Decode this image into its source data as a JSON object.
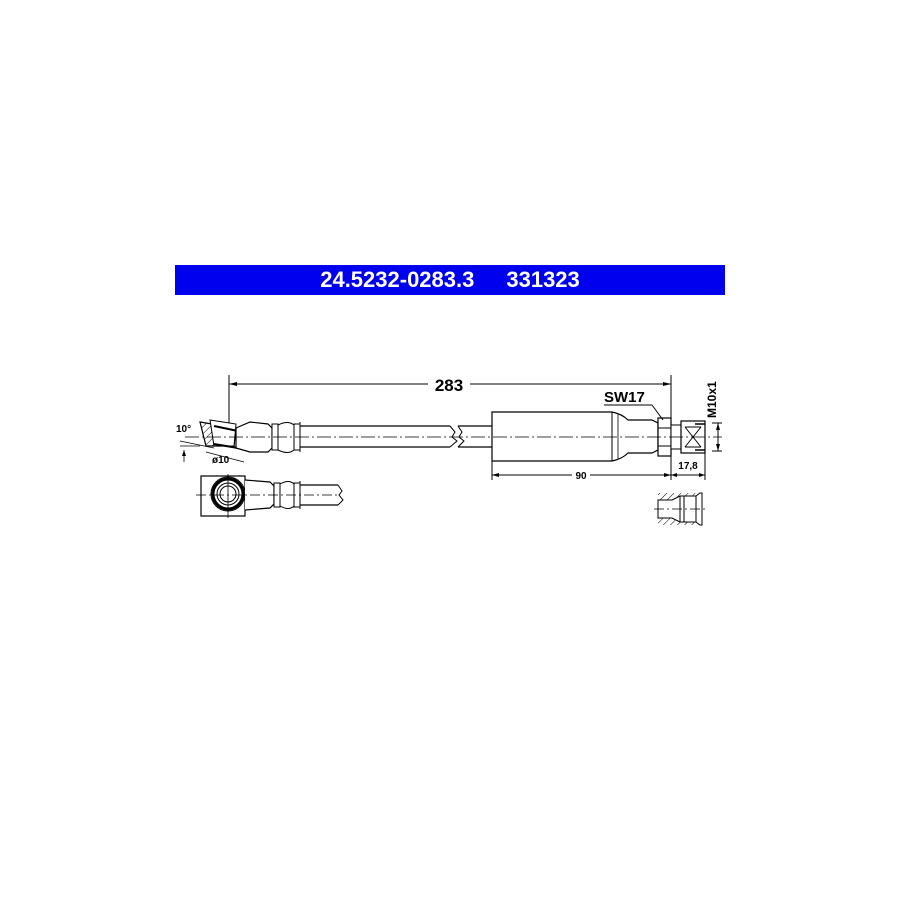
{
  "header": {
    "part_number": "24.5232-0283.3",
    "reference_number": "331323",
    "background_color": "#0000ee",
    "text_color": "#ffffff"
  },
  "drawing": {
    "type": "brake hose technical drawing",
    "dimensions": {
      "overall_length": "283",
      "wrench_size": "SW17",
      "thread": "M10x1",
      "fitting_length": "90",
      "thread_length": "17,8",
      "banjo_angle": "10°",
      "banjo_diameter": "ø10"
    },
    "views": [
      "side-view",
      "top-view-banjo",
      "thread-port-section"
    ]
  }
}
